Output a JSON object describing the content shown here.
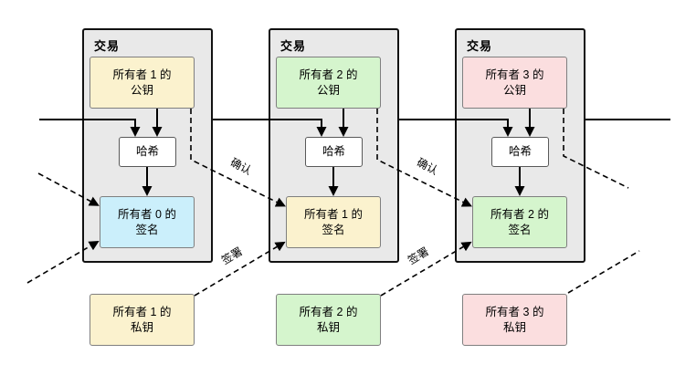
{
  "diagram": {
    "transactions": [
      {
        "title": "交易",
        "public_key": {
          "line1": "所有者 1 的",
          "line2": "公钥",
          "color": "#FBF2CE"
        },
        "hash_label": "哈希",
        "signature": {
          "line1": "所有者 0 的",
          "line2": "签名",
          "color": "#CBEFFB"
        }
      },
      {
        "title": "交易",
        "public_key": {
          "line1": "所有者 2 的",
          "line2": "公钥",
          "color": "#D5F5CD"
        },
        "hash_label": "哈希",
        "signature": {
          "line1": "所有者 1 的",
          "line2": "签名",
          "color": "#FBF2CE"
        }
      },
      {
        "title": "交易",
        "public_key": {
          "line1": "所有者 3 的",
          "line2": "公钥",
          "color": "#FBDEDF"
        },
        "hash_label": "哈希",
        "signature": {
          "line1": "所有者 2 的",
          "line2": "签名",
          "color": "#D5F5CD"
        }
      }
    ],
    "private_keys": [
      {
        "line1": "所有者 1 的",
        "line2": "私钥",
        "color": "#FBF2CE"
      },
      {
        "line1": "所有者 2 的",
        "line2": "私钥",
        "color": "#D5F5CD"
      },
      {
        "line1": "所有者 3 的",
        "line2": "私钥",
        "color": "#FBDEDF"
      }
    ],
    "edge_labels": {
      "verify": "确认",
      "sign": "签署"
    },
    "colors": {
      "owner0_blue": "#CBEFFB",
      "owner1_yellow": "#FBF2CE",
      "owner2_green": "#D5F5CD",
      "owner3_pink": "#FBDEDF",
      "container_bg": "#E9E9E9",
      "container_border": "#111111",
      "line": "#000000",
      "hash_bg": "#FFFFFF"
    }
  }
}
